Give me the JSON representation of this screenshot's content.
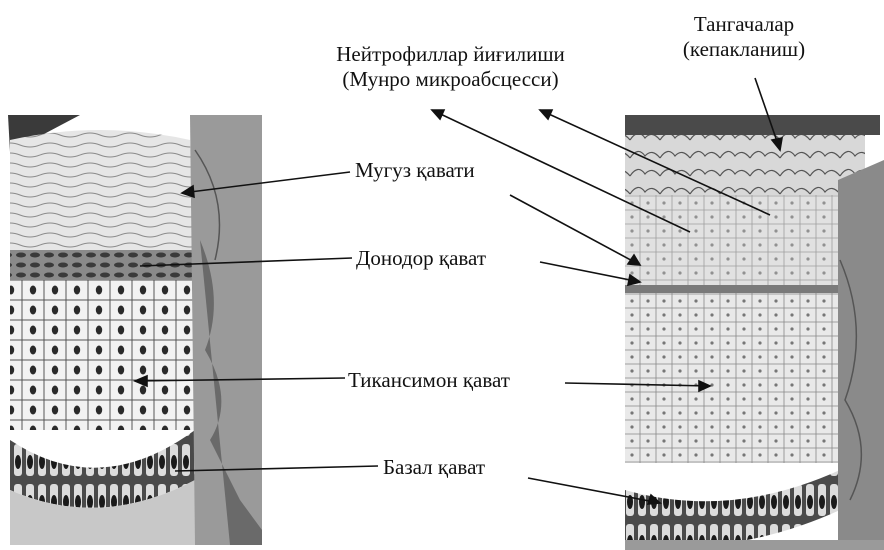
{
  "labels": {
    "scales_line1": "Тангачалар",
    "scales_line2": "(кепакланиш)",
    "neutrophils_line1": "Нейтрофиллар йиғилиши",
    "neutrophils_line2": "(Мунро микроабсцесси)",
    "stratum_corneum": "Мугуз қавати",
    "stratum_granulosum": "Донодор қават",
    "stratum_spinosum": "Тикансимон қават",
    "stratum_basale": "Базал қават"
  },
  "colors": {
    "ink": "#111111",
    "light_gray": "#dcdcdc",
    "mid_gray": "#a8a8a8",
    "dark_gray": "#5a5a5a"
  }
}
